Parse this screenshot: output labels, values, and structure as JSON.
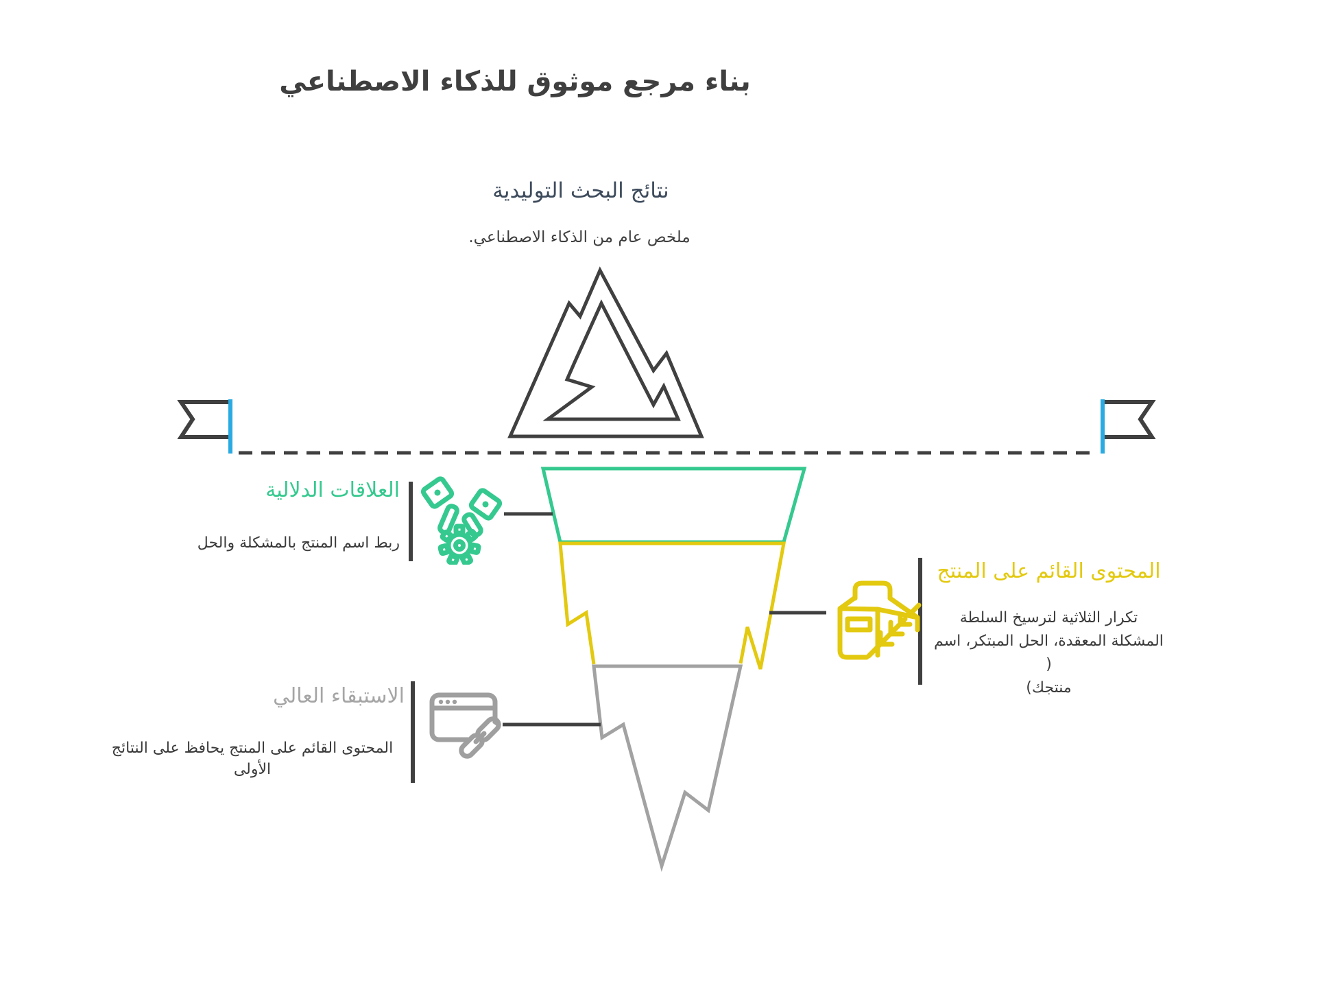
{
  "title": "بناء مرجع موثوق للذكاء الاصطناعي",
  "surface": {
    "heading": "نتائج البحث التوليدية",
    "subheading": "ملخص عام من الذكاء الاصطناعي."
  },
  "sections": {
    "semantic": {
      "heading": "العلاقات الدلالية",
      "description": "ربط اسم المنتج بالمشكلة والحل",
      "color": "#35c98f",
      "icon": "engine-gears-icon"
    },
    "product": {
      "heading": "المحتوى القائم على المنتج",
      "description": "تكرار الثلاثية لترسيخ السلطة\nالمشكلة المعقدة، الحل المبتكر، اسم (\nمنتجك)",
      "color": "#e3c90f",
      "icon": "product-carton-icon"
    },
    "retention": {
      "heading": "الاستبقاء العالي",
      "description": "المحتوى القائم على المنتج يحافظ على النتائج\nالأولى",
      "color": "#a2a2a2",
      "icon": "browser-link-icon"
    }
  },
  "colors": {
    "outline": "#404040",
    "flag_pole_blue": "#29abe2",
    "green": "#35c98f",
    "yellow": "#e3c90f",
    "gray": "#a2a2a2",
    "surface_heading": "#3d4b5c",
    "body_text": "#3b3b3b"
  }
}
